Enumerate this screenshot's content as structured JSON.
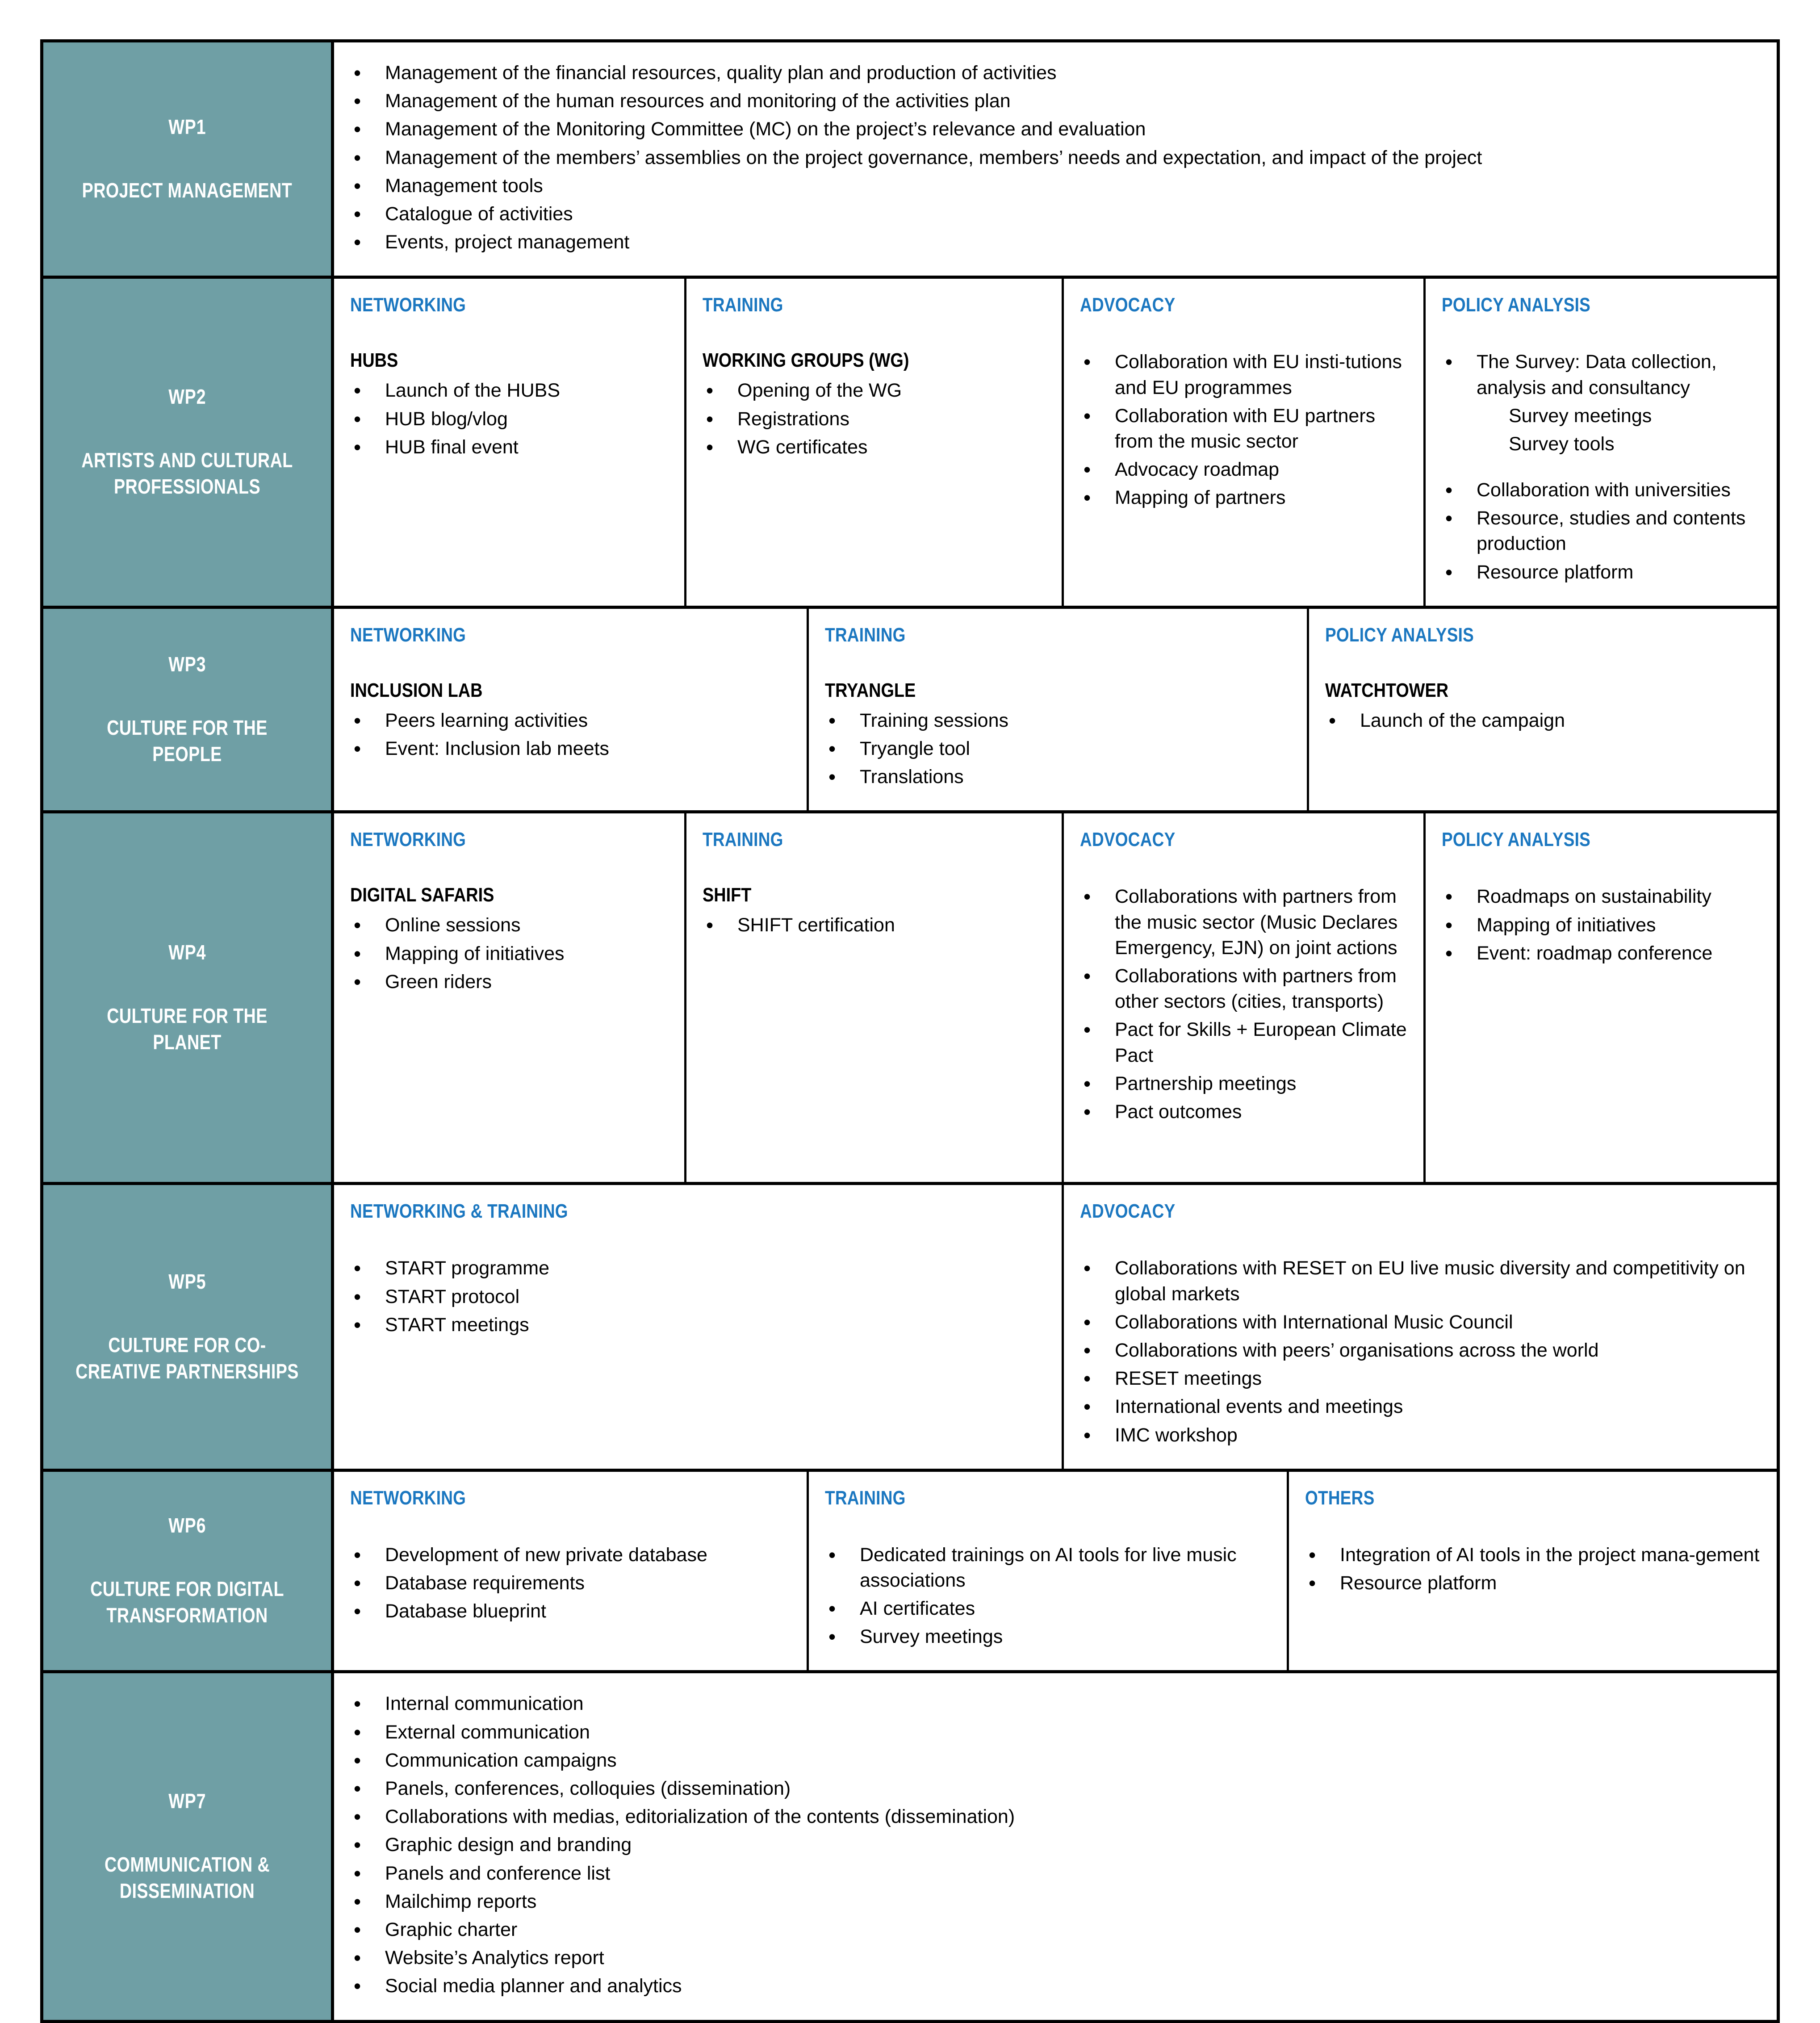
{
  "accent_blue": "#1b77c0",
  "wp_fill": "#6f9fa5",
  "rows": [
    {
      "code": "WP1",
      "name": "PROJECT MANAGEMENT",
      "columns": [
        {
          "header": "",
          "subhead": "",
          "items": [
            "Management of the financial resources, quality plan and production of activities",
            "Management of the human resources and monitoring of the activities plan",
            "Management of the Monitoring Committee (MC) on the project’s relevance and evaluation",
            "Management of the members’ assemblies on the project governance, members’ needs and expectation, and impact of the project",
            "Management tools",
            "Catalogue of activities",
            "Events, project management"
          ]
        }
      ]
    },
    {
      "code": "WP2",
      "name": "ARTISTS AND CULTURAL PROFESSIONALS",
      "columns": [
        {
          "header": "NETWORKING",
          "subhead": "HUBS",
          "items": [
            "Launch of the HUBS",
            "HUB blog/vlog",
            "HUB final event"
          ]
        },
        {
          "header": "TRAINING",
          "subhead": "WORKING GROUPS (WG)",
          "items": [
            "Opening of the WG",
            "Registrations",
            "WG certificates"
          ]
        },
        {
          "header": "ADVOCACY",
          "subhead": "",
          "items": [
            "Collaboration with EU insti-tutions and EU programmes",
            "Collaboration with EU partners from the music sector",
            "Advocacy roadmap",
            "Mapping of partners"
          ]
        },
        {
          "header": "POLICY ANALYSIS",
          "subhead": "",
          "items": [
            "The Survey: Data collection, analysis and consultancy",
            "Survey meetings",
            "Survey tools",
            "Collaboration with universities",
            "Resource, studies and contents production",
            "Resource platform"
          ]
        }
      ]
    },
    {
      "code": "WP3",
      "name": "CULTURE FOR THE PEOPLE",
      "columns": [
        {
          "header": "NETWORKING",
          "subhead": "INCLUSION LAB",
          "items": [
            "Peers learning activities",
            "Event: Inclusion lab meets"
          ]
        },
        {
          "header": "TRAINING",
          "subhead": "TRYANGLE",
          "items": [
            "Training sessions",
            "Tryangle tool",
            "Translations"
          ]
        },
        {
          "header": "POLICY ANALYSIS",
          "subhead": "WATCHTOWER",
          "items": [
            "Launch of the campaign"
          ]
        }
      ]
    },
    {
      "code": "WP4",
      "name": "CULTURE FOR THE PLANET",
      "columns": [
        {
          "header": "NETWORKING",
          "subhead": "DIGITAL SAFARIS",
          "items": [
            "Online sessions",
            "Mapping of initiatives",
            "Green riders"
          ]
        },
        {
          "header": "TRAINING",
          "subhead": "SHIFT",
          "items": [
            "SHIFT certification"
          ]
        },
        {
          "header": "ADVOCACY",
          "subhead": "",
          "items": [
            "Collaborations with partners from the music sector (Music Declares Emergency, EJN) on joint actions",
            "Collaborations with partners from other sectors (cities, transports)",
            "Pact for Skills + European Climate Pact",
            "Partnership meetings",
            "Pact outcomes"
          ]
        },
        {
          "header": "POLICY ANALYSIS",
          "subhead": "",
          "items": [
            "Roadmaps on sustainability",
            "Mapping of initiatives",
            "Event: roadmap conference"
          ]
        }
      ]
    },
    {
      "code": "WP5",
      "name": "CULTURE FOR CO-CREATIVE PARTNERSHIPS",
      "columns": [
        {
          "header": "NETWORKING & TRAINING",
          "subhead": "",
          "items": [
            "START programme",
            "START protocol",
            "START meetings"
          ]
        },
        {
          "header": "ADVOCACY",
          "subhead": "",
          "items": [
            "Collaborations with RESET on EU live music diversity and competitivity on global markets",
            "Collaborations with International Music Council",
            "Collaborations with peers’ organisations across the world",
            "RESET meetings",
            "International events and meetings",
            "IMC workshop"
          ]
        }
      ]
    },
    {
      "code": "WP6",
      "name": "CULTURE FOR DIGITAL TRANSFORMATION",
      "columns": [
        {
          "header": "NETWORKING",
          "subhead": "",
          "items": [
            "Development of new private database",
            "Database requirements",
            "Database blueprint"
          ]
        },
        {
          "header": "TRAINING",
          "subhead": "",
          "items": [
            "Dedicated trainings on AI tools for live music associations",
            "AI certificates",
            "Survey meetings"
          ]
        },
        {
          "header": "OTHERS",
          "subhead": "",
          "items": [
            "Integration of AI tools in the project mana-gement",
            "Resource platform"
          ]
        }
      ]
    },
    {
      "code": "WP7",
      "name": "COMMUNICATION & DISSEMINATION",
      "columns": [
        {
          "header": "",
          "subhead": "",
          "items": [
            "Internal communication",
            "External communication",
            "Communication campaigns",
            "Panels, conferences, colloquies (dissemination)",
            "Collaborations with medias, editorialization of the contents (dissemination)",
            "Graphic design and branding",
            "Panels and conference list",
            "Mailchimp reports",
            "Graphic charter",
            "Website’s Analytics report",
            "Social media planner and analytics"
          ]
        }
      ]
    }
  ]
}
